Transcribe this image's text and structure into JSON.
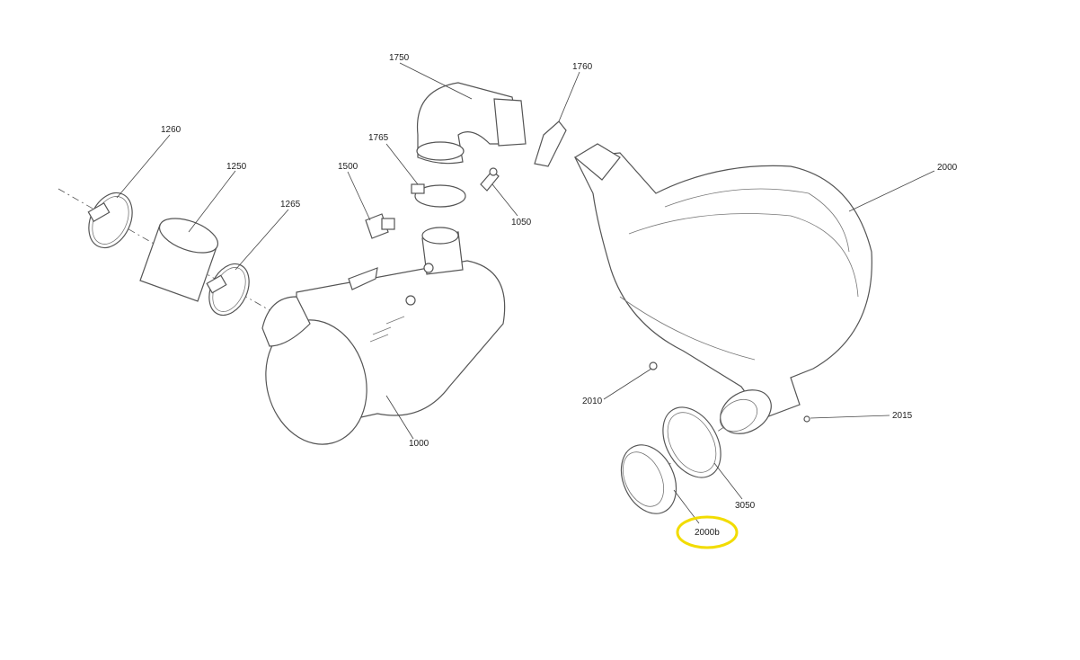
{
  "diagram": {
    "callouts": {
      "p1750": "1750",
      "p1760": "1760",
      "p1260": "1260",
      "p1765": "1765",
      "p1250": "1250",
      "p1500": "1500",
      "p2000": "2000",
      "p1265": "1265",
      "p1050": "1050",
      "p2010": "2010",
      "p2015": "2015",
      "p1000": "1000",
      "p3050": "3050",
      "p2000b": "2000b"
    },
    "highlight_color": "#f2dc00"
  }
}
